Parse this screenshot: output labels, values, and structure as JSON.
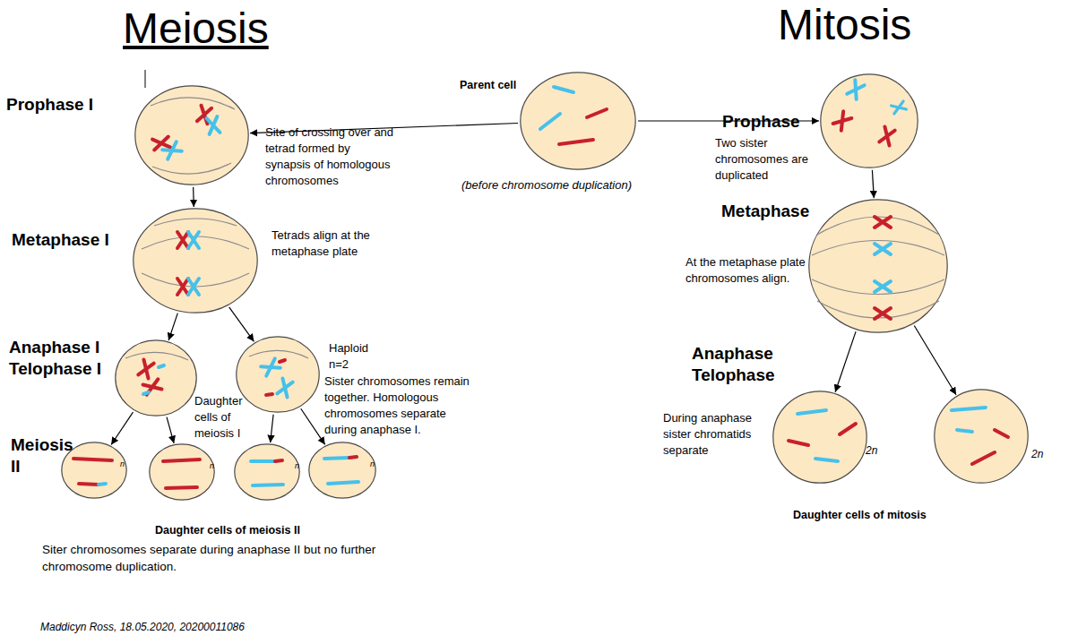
{
  "diagram": {
    "caption": "Maddicyn Ross, 18.05.2020, 20200011086",
    "nodes": [
      {
        "text": [
          "Prophase I",
          "Site of crossing over and tetrad formed by synapsis of homologous chromosomes"
        ]
      },
      {
        "text": [
          "Parent cell",
          "(before chromosome duplication)"
        ]
      },
      {
        "text": [
          "Prophase",
          "Two sister chromosomes are duplicated"
        ]
      },
      {
        "text": [
          "Metaphase I",
          "Tetrads align at the metaphase plate"
        ]
      },
      {
        "text": [
          "Metaphase",
          "At the metaphase plate chromosomes align."
        ]
      },
      {
        "text": [
          "Anaphase I Telophase I"
        ]
      },
      {
        "text": [
          "Haploid n=2",
          "Sister chromosomes remain together. Homologous chromosomes separate during anaphase I."
        ]
      },
      {
        "text": [
          "n"
        ]
      },
      {
        "text": [
          "n"
        ]
      },
      {
        "text": [
          "n"
        ]
      },
      {
        "text": [
          "n"
        ]
      },
      {
        "text": [
          "2n"
        ]
      },
      {
        "text": [
          "2n"
        ]
      }
    ],
    "edges": [
      {
        "from": 1,
        "to": 0,
        "arrow": "to"
      },
      {
        "from": 1,
        "to": 2,
        "arrow": "to"
      },
      {
        "from": 0,
        "to": 3,
        "arrow": "to"
      },
      {
        "from": 2,
        "to": 4,
        "arrow": "to"
      },
      {
        "from": 3,
        "to": 5,
        "arrow": "to"
      },
      {
        "from": 3,
        "to": 6,
        "arrow": "to"
      },
      {
        "from": 4,
        "to": 11,
        "arrow": "to"
      },
      {
        "from": 4,
        "to": 12,
        "arrow": "to"
      },
      {
        "from": 5,
        "to": 7,
        "arrow": "to"
      },
      {
        "from": 5,
        "to": 8,
        "arrow": "to"
      },
      {
        "from": 6,
        "to": 9,
        "arrow": "to"
      },
      {
        "from": 6,
        "to": 10,
        "arrow": "to"
      }
    ],
    "labels": [
      "Meiosis",
      "Mitosis",
      "Anaphase Telophase",
      "Daughter cells of meiosis I",
      "During anaphase sister chromatids separate",
      "Meiosis II",
      "Daughter cells of mitosis",
      "Daughter cells of meiosis II",
      "Siter chromosomes separate during anaphase II but no further chromosome duplication."
    ]
  }
}
